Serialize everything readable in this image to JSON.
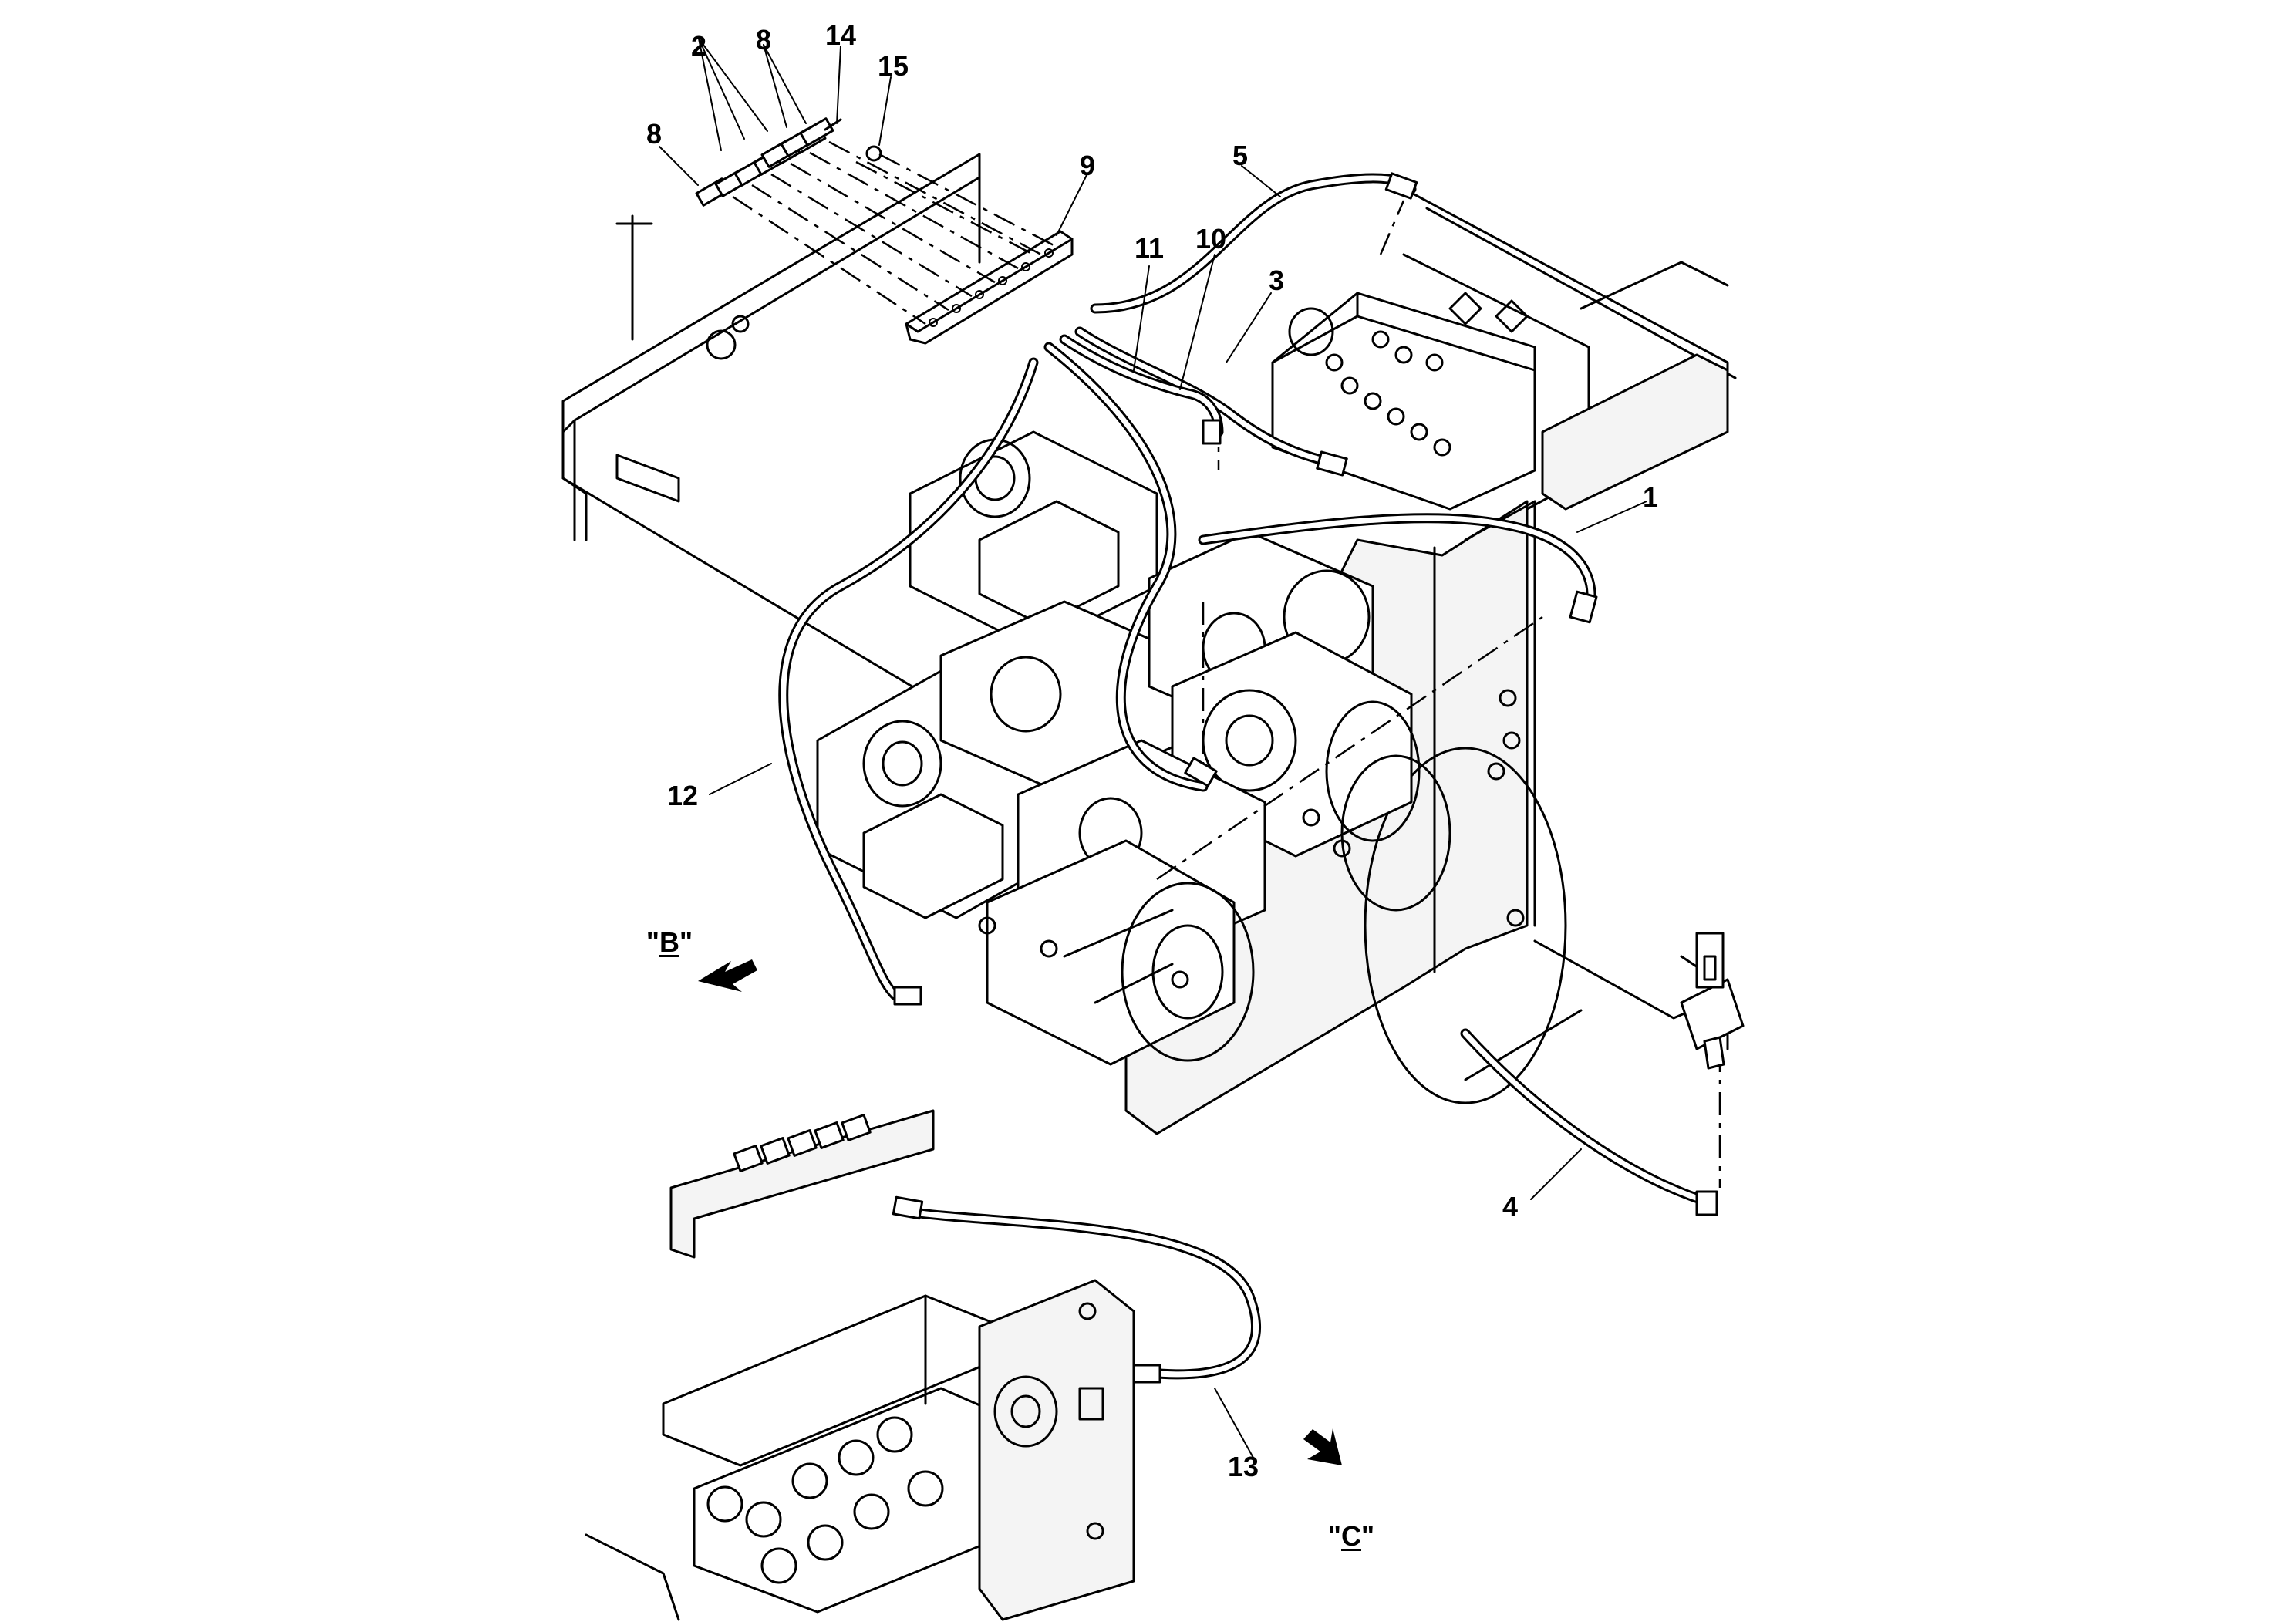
{
  "callouts": {
    "c1": "1",
    "c2": "2",
    "c3": "3",
    "c4": "4",
    "c5": "5",
    "c8a": "8",
    "c8b": "8",
    "c9": "9",
    "c10": "10",
    "c11": "11",
    "c12": "12",
    "c13": "13",
    "c14": "14",
    "c15": "15"
  },
  "view_labels": {
    "b": "B",
    "c": "C"
  }
}
